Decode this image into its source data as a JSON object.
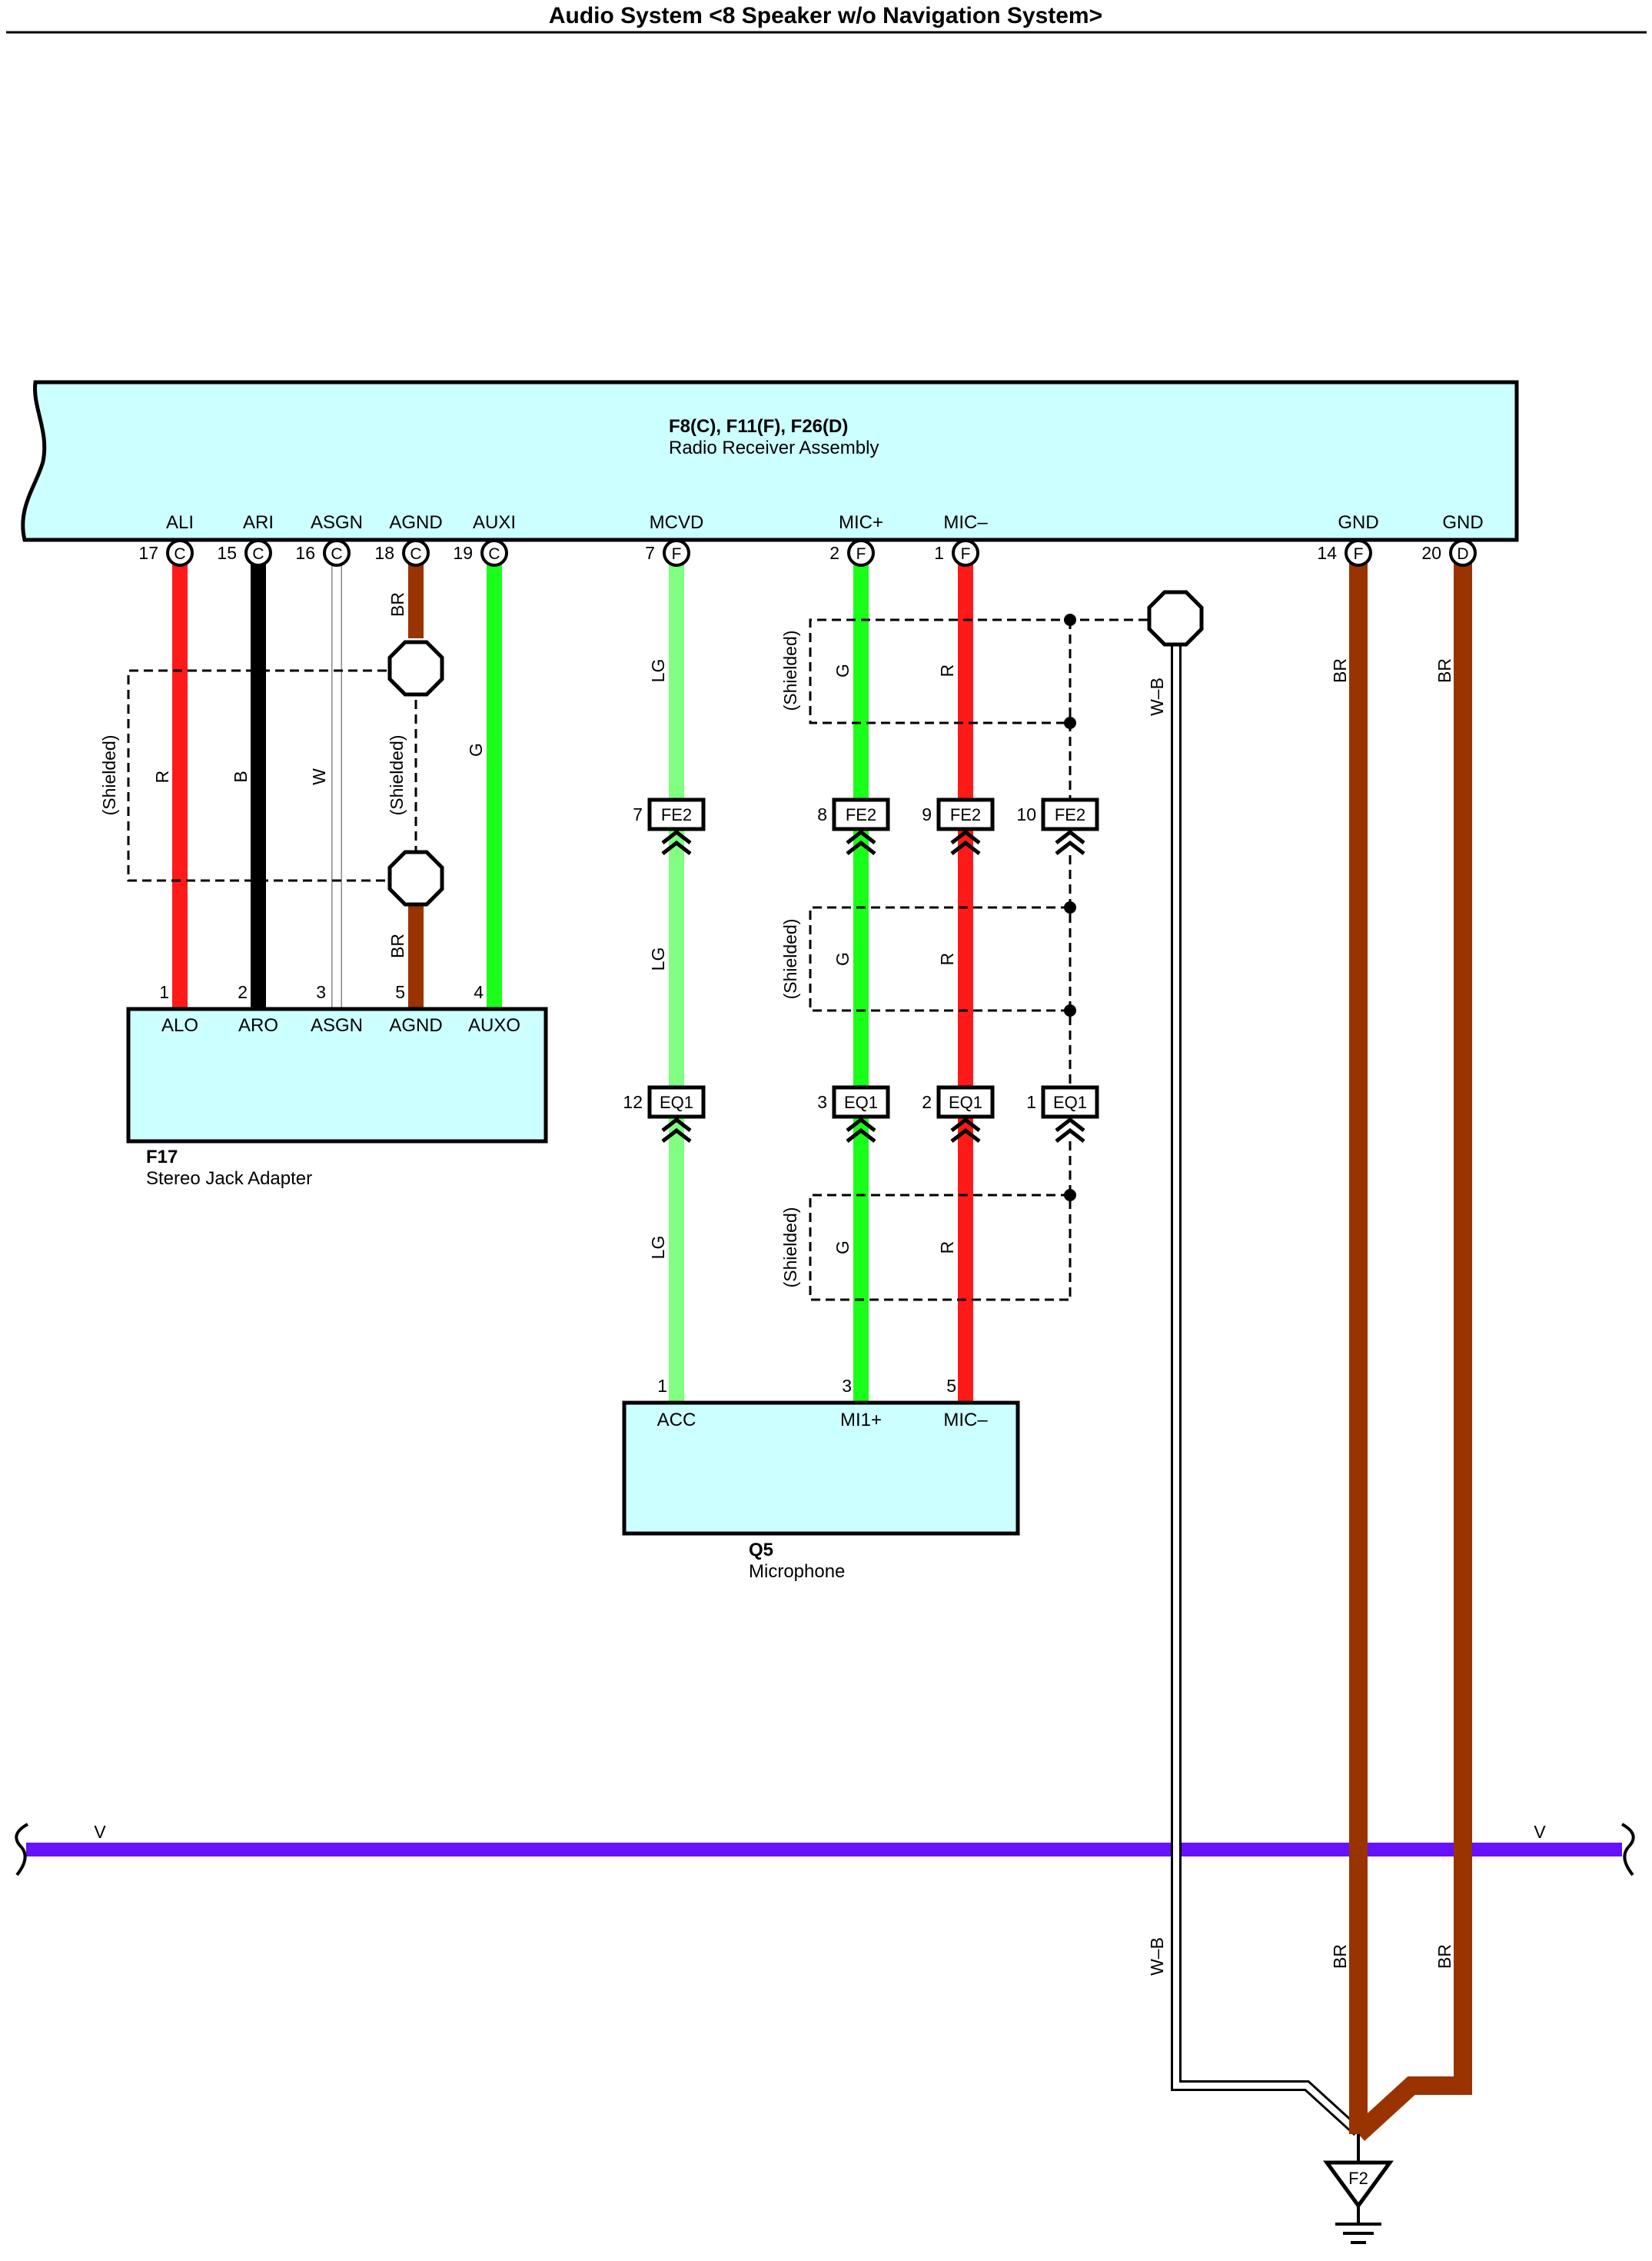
{
  "title": "Audio System <8 Speaker w/o Navigation System>",
  "colors": {
    "R": "#ff1a1a",
    "B": "#000000",
    "W": "#ffffff",
    "BR": "#993300",
    "G": "#1aff1a",
    "LG": "#80ff80",
    "V": "#6611ff",
    "W-B": "#ffffff",
    "component_fill": "#ccffff"
  },
  "radio": {
    "code": "F8(C), F11(F), F26(D)",
    "name": "Radio Receiver Assembly",
    "pins": [
      {
        "name": "ALI",
        "num": "17",
        "conn": "C"
      },
      {
        "name": "ARI",
        "num": "15",
        "conn": "C"
      },
      {
        "name": "ASGN",
        "num": "16",
        "conn": "C"
      },
      {
        "name": "AGND",
        "num": "18",
        "conn": "C"
      },
      {
        "name": "AUXI",
        "num": "19",
        "conn": "C"
      },
      {
        "name": "MCVD",
        "num": "7",
        "conn": "F"
      },
      {
        "name": "MIC+",
        "num": "2",
        "conn": "F"
      },
      {
        "name": "MIC–",
        "num": "1",
        "conn": "F"
      },
      {
        "name": "GND",
        "num": "14",
        "conn": "F"
      },
      {
        "name": "GND",
        "num": "20",
        "conn": "D"
      }
    ]
  },
  "jack": {
    "code": "F17",
    "name": "Stereo Jack Adapter",
    "pins": [
      {
        "name": "ALO",
        "num": "1"
      },
      {
        "name": "ARO",
        "num": "2"
      },
      {
        "name": "ASGN",
        "num": "3"
      },
      {
        "name": "AGND",
        "num": "5"
      },
      {
        "name": "AUXO",
        "num": "4"
      }
    ]
  },
  "microphone": {
    "code": "Q5",
    "name": "Microphone",
    "pins": [
      {
        "name": "ACC",
        "num": "1"
      },
      {
        "name": "MI1+",
        "num": "3"
      },
      {
        "name": "MIC–",
        "num": "5"
      }
    ]
  },
  "wire_labels": {
    "ali": "R",
    "ari": "B",
    "asgn": "W",
    "agnd_top": "BR",
    "agnd_bottom": "BR",
    "auxi": "G",
    "mcvd_1": "LG",
    "mcvd_2": "LG",
    "mcvd_3": "LG",
    "micp_1": "G",
    "micp_2": "G",
    "micp_3": "G",
    "micm_1": "R",
    "micm_2": "R",
    "micm_3": "R",
    "wb_top": "W–B",
    "wb_bottom": "W–B",
    "gnd14_top": "BR",
    "gnd14_bottom": "BR",
    "gnd20_top": "BR",
    "gnd20_bottom": "BR",
    "v_left": "V",
    "v_right": "V"
  },
  "shield_label": "(Shielded)",
  "connectors": {
    "fe2": {
      "name": "FE2",
      "pins": [
        "7",
        "8",
        "9",
        "10"
      ]
    },
    "eq1": {
      "name": "EQ1",
      "pins": [
        "12",
        "3",
        "2",
        "1"
      ]
    }
  },
  "ground": {
    "name": "F2"
  }
}
